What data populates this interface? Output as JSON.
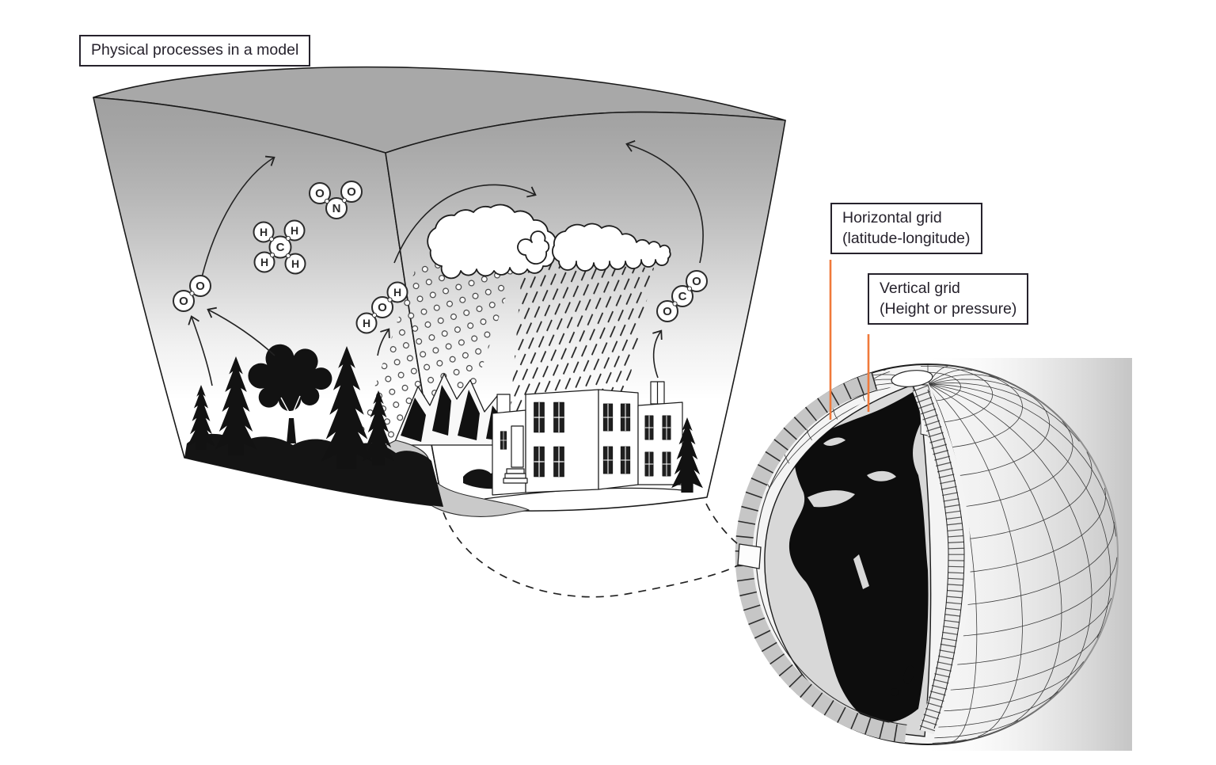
{
  "diagram": {
    "title": "Physical processes in a model",
    "callouts": {
      "horizontal_grid": {
        "line1": "Horizontal grid",
        "line2": "(latitude-longitude)"
      },
      "vertical_grid": {
        "line1": "Vertical grid",
        "line2": "(Height or pressure)"
      }
    },
    "molecules": {
      "oxygen": {
        "atoms": [
          "O",
          "O"
        ]
      },
      "nitrous_oxide": {
        "atoms": [
          "O",
          "O",
          "N"
        ]
      },
      "methane": {
        "atoms": [
          "H",
          "H",
          "C",
          "H",
          "H"
        ]
      },
      "water": {
        "atoms": [
          "H",
          "O",
          "H"
        ]
      },
      "carbon_dioxide": {
        "atoms": [
          "O",
          "C",
          "O"
        ]
      }
    },
    "colors": {
      "accent_orange": "#F0793A",
      "ink": "#26222C",
      "top_face_gray": "#A8A8A8",
      "shell_band_gray": "#C6C6C6",
      "map_gray": "#D8D8D8",
      "land_black": "#0D0D0D"
    }
  }
}
